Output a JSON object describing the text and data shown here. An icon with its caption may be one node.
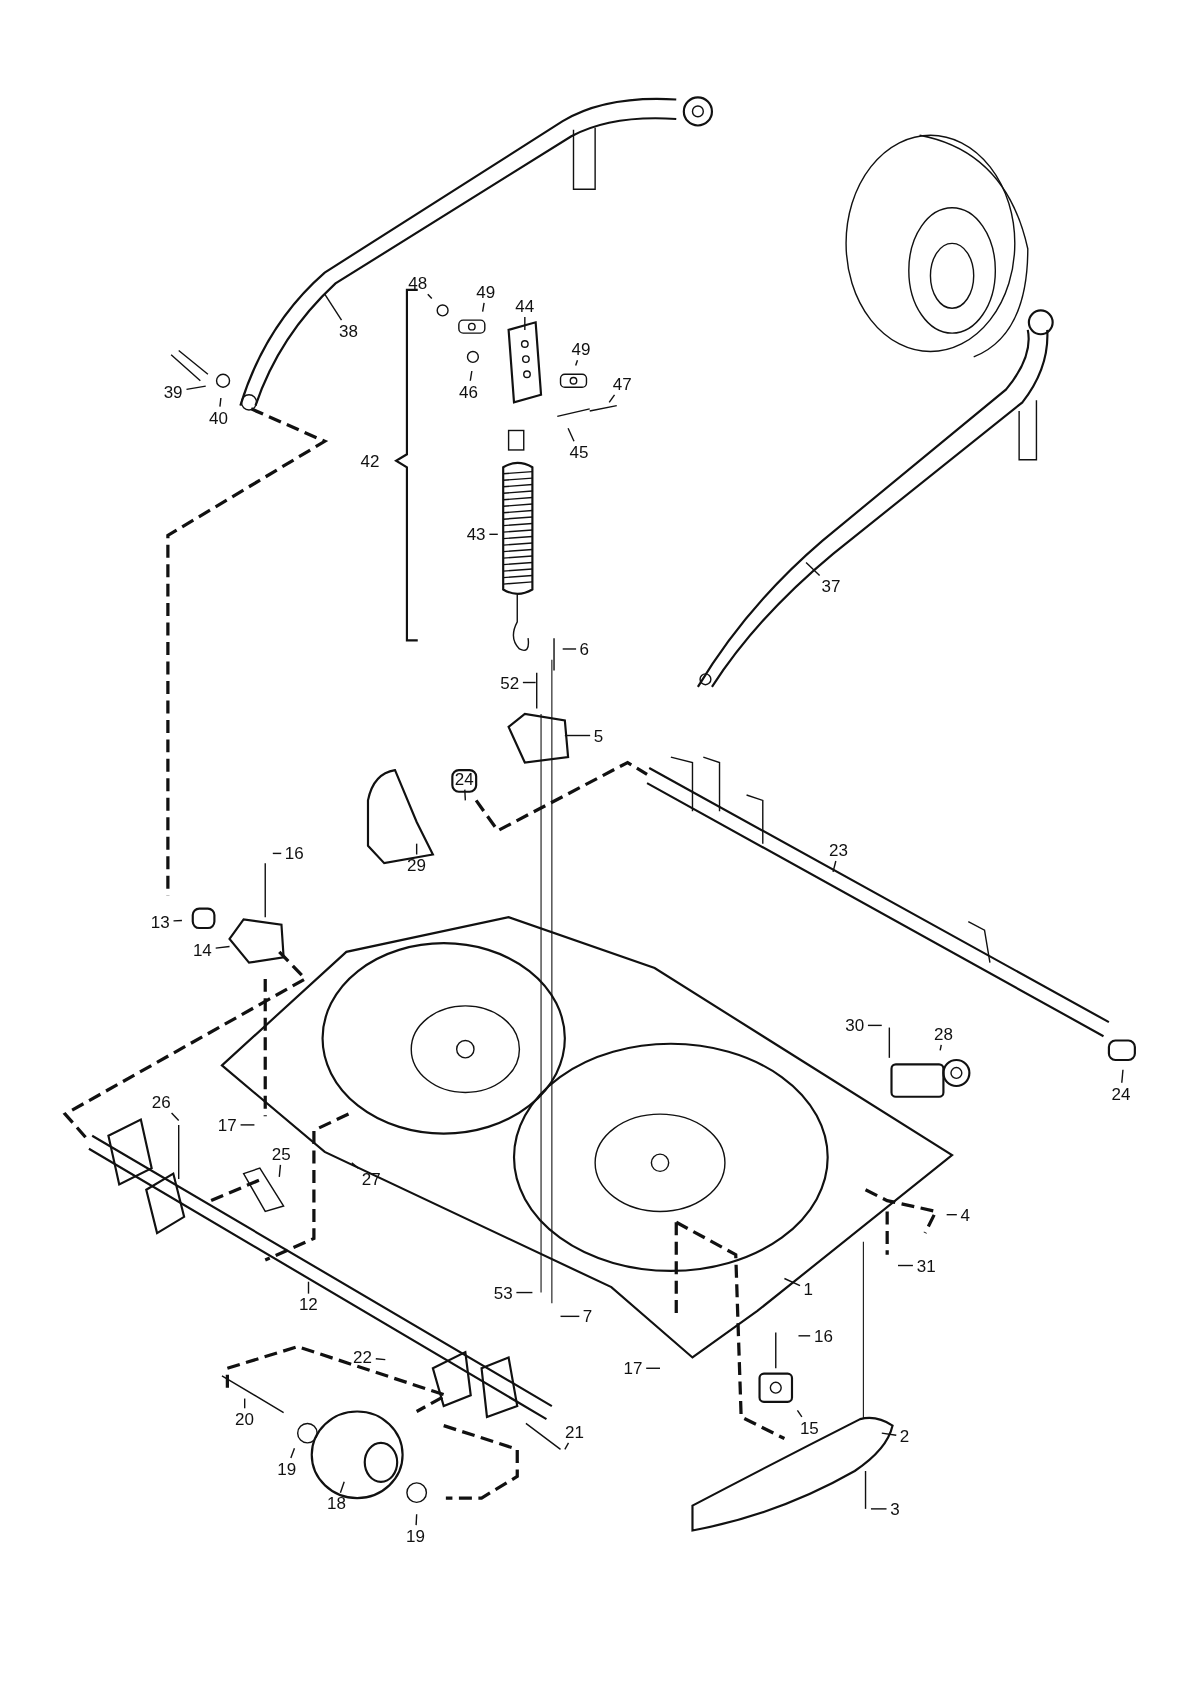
{
  "diagram": {
    "nodes": [
      {
        "text": [
          "48"
        ]
      },
      {
        "text": [
          "49"
        ]
      },
      {
        "text": [
          "44"
        ]
      },
      {
        "text": [
          "38"
        ]
      },
      {
        "text": [
          "49"
        ]
      },
      {
        "text": [
          "39"
        ]
      },
      {
        "text": [
          "47"
        ]
      },
      {
        "text": [
          "46"
        ]
      },
      {
        "text": [
          "40"
        ]
      },
      {
        "text": [
          "45"
        ]
      },
      {
        "text": [
          "42"
        ]
      },
      {
        "text": [
          "43"
        ]
      },
      {
        "text": [
          "37"
        ]
      },
      {
        "text": [
          "6"
        ]
      },
      {
        "text": [
          "52"
        ]
      },
      {
        "text": [
          "5"
        ]
      },
      {
        "text": [
          "24"
        ]
      },
      {
        "text": [
          "23"
        ]
      },
      {
        "text": [
          "16"
        ]
      },
      {
        "text": [
          "29"
        ]
      },
      {
        "text": [
          "13"
        ]
      },
      {
        "text": [
          "14"
        ]
      },
      {
        "text": [
          "30"
        ]
      },
      {
        "text": [
          "28"
        ]
      },
      {
        "text": [
          "24"
        ]
      },
      {
        "text": [
          "26"
        ]
      },
      {
        "text": [
          "17"
        ]
      },
      {
        "text": [
          "25"
        ]
      },
      {
        "text": [
          "27"
        ]
      },
      {
        "text": [
          "4"
        ]
      },
      {
        "text": [
          "31"
        ]
      },
      {
        "text": [
          "1"
        ]
      },
      {
        "text": [
          "53"
        ]
      },
      {
        "text": [
          "12"
        ]
      },
      {
        "text": [
          "7"
        ]
      },
      {
        "text": [
          "16"
        ]
      },
      {
        "text": [
          "22"
        ]
      },
      {
        "text": [
          "17"
        ]
      },
      {
        "text": [
          "20"
        ]
      },
      {
        "text": [
          "15"
        ]
      },
      {
        "text": [
          "21"
        ]
      },
      {
        "text": [
          "2"
        ]
      },
      {
        "text": [
          "19"
        ]
      },
      {
        "text": [
          "18"
        ]
      },
      {
        "text": [
          "3"
        ]
      },
      {
        "text": [
          "19"
        ]
      }
    ],
    "edges": [
      {
        "from": 0,
        "to": null,
        "arrow": "none"
      },
      {
        "from": 1,
        "to": null,
        "arrow": "none"
      },
      {
        "from": 2,
        "to": null,
        "arrow": "none"
      },
      {
        "from": 3,
        "to": null,
        "arrow": "none"
      },
      {
        "from": 4,
        "to": null,
        "arrow": "none"
      },
      {
        "from": 5,
        "to": null,
        "arrow": "none"
      },
      {
        "from": 6,
        "to": null,
        "arrow": "none"
      },
      {
        "from": 7,
        "to": null,
        "arrow": "none"
      },
      {
        "from": 8,
        "to": null,
        "arrow": "none"
      },
      {
        "from": 9,
        "to": null,
        "arrow": "none"
      },
      {
        "from": 11,
        "to": null,
        "arrow": "none"
      },
      {
        "from": 12,
        "to": null,
        "arrow": "none"
      },
      {
        "from": 13,
        "to": null,
        "arrow": "none"
      },
      {
        "from": 14,
        "to": null,
        "arrow": "none"
      },
      {
        "from": 15,
        "to": null,
        "arrow": "none"
      },
      {
        "from": 16,
        "to": null,
        "arrow": "none"
      },
      {
        "from": 17,
        "to": null,
        "arrow": "none"
      },
      {
        "from": 18,
        "to": null,
        "arrow": "none"
      },
      {
        "from": 19,
        "to": null,
        "arrow": "none"
      },
      {
        "from": 20,
        "to": null,
        "arrow": "none"
      },
      {
        "from": 21,
        "to": null,
        "arrow": "none"
      },
      {
        "from": 22,
        "to": null,
        "arrow": "none"
      },
      {
        "from": 23,
        "to": null,
        "arrow": "none"
      },
      {
        "from": 24,
        "to": null,
        "arrow": "none"
      },
      {
        "from": 25,
        "to": null,
        "arrow": "none"
      },
      {
        "from": 26,
        "to": null,
        "arrow": "none"
      },
      {
        "from": 27,
        "to": null,
        "arrow": "none"
      },
      {
        "from": 28,
        "to": null,
        "arrow": "none"
      },
      {
        "from": 29,
        "to": null,
        "arrow": "none"
      },
      {
        "from": 30,
        "to": null,
        "arrow": "none"
      },
      {
        "from": 31,
        "to": null,
        "arrow": "none"
      },
      {
        "from": 32,
        "to": null,
        "arrow": "none"
      },
      {
        "from": 33,
        "to": null,
        "arrow": "none"
      },
      {
        "from": 34,
        "to": null,
        "arrow": "none"
      },
      {
        "from": 35,
        "to": null,
        "arrow": "none"
      },
      {
        "from": 36,
        "to": null,
        "arrow": "none"
      },
      {
        "from": 37,
        "to": null,
        "arrow": "none"
      },
      {
        "from": 38,
        "to": null,
        "arrow": "none"
      },
      {
        "from": 39,
        "to": null,
        "arrow": "none"
      },
      {
        "from": 40,
        "to": null,
        "arrow": "none"
      },
      {
        "from": 41,
        "to": null,
        "arrow": "none"
      },
      {
        "from": 42,
        "to": null,
        "arrow": "none"
      },
      {
        "from": 43,
        "to": null,
        "arrow": "none"
      },
      {
        "from": 44,
        "to": null,
        "arrow": "none"
      },
      {
        "from": 45,
        "to": null,
        "arrow": "none"
      }
    ]
  }
}
